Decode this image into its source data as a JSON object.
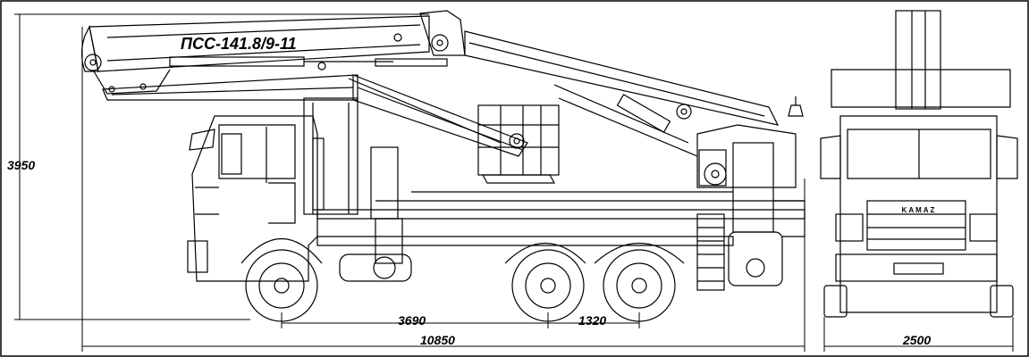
{
  "title": "ПСС-141.8/9-11",
  "dimensions": {
    "height": "3950",
    "wheelbase_front": "3690",
    "wheelbase_rear": "1320",
    "total_length": "10850",
    "width": "2500"
  },
  "front_badge": "KAMAZ"
}
